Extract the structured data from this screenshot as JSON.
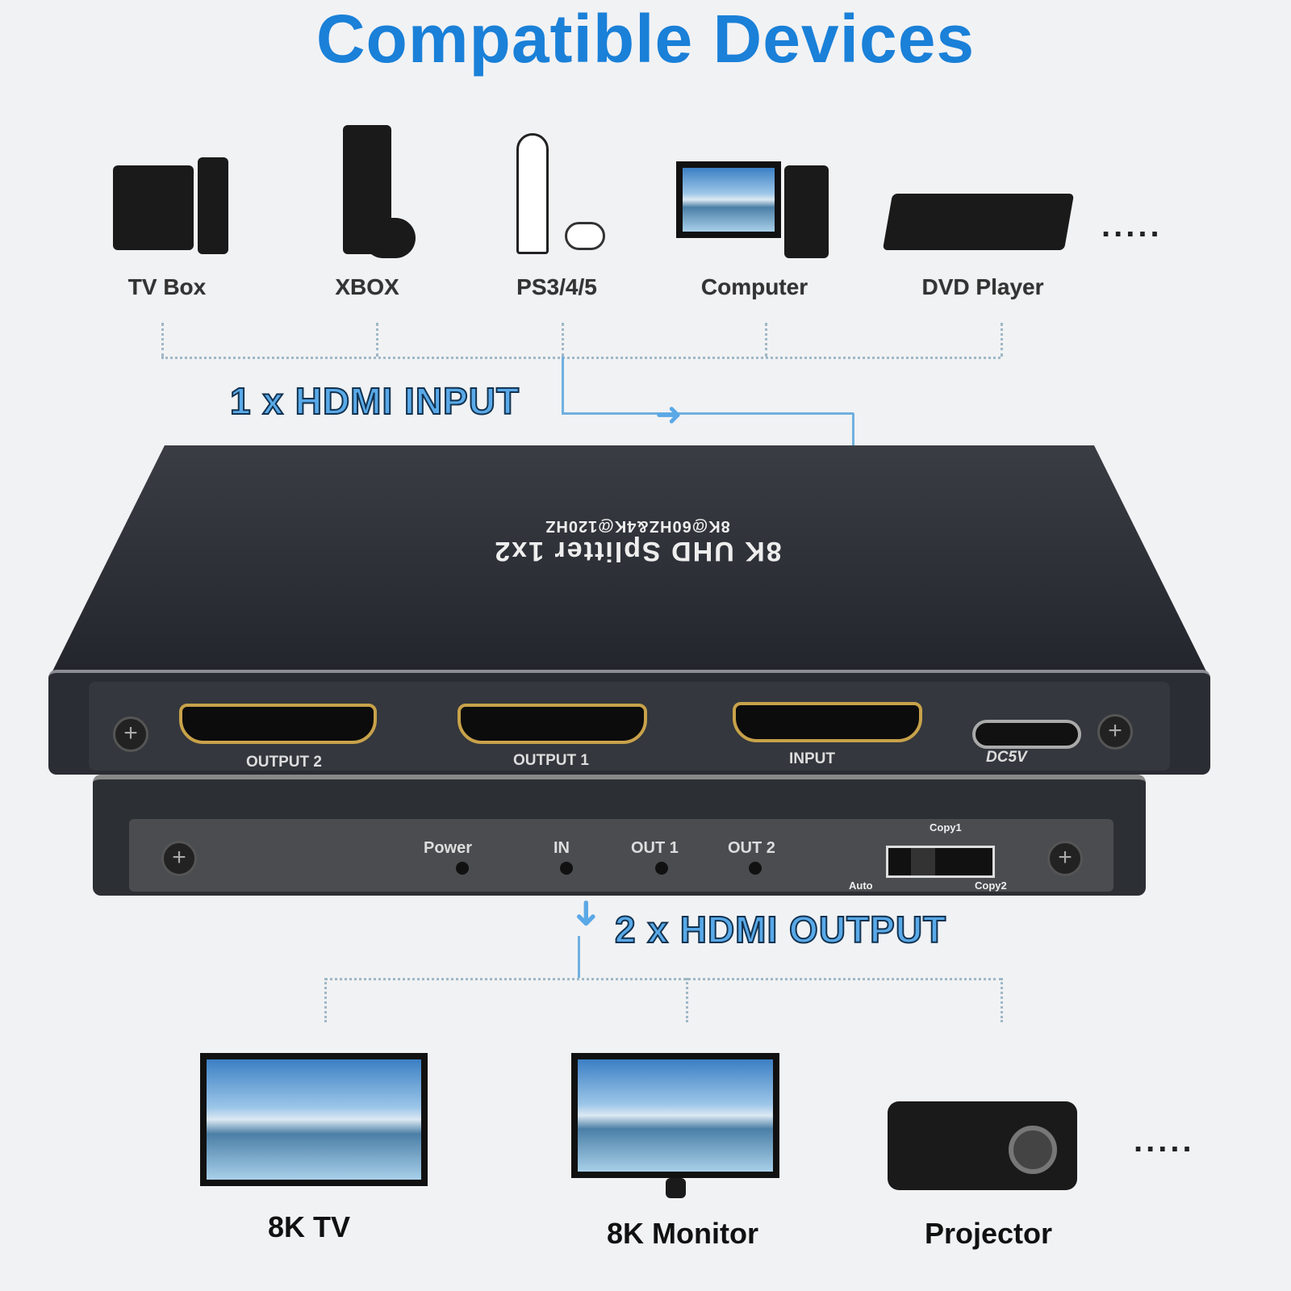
{
  "title": "Compatible Devices",
  "input_devices": [
    {
      "label": "TV Box",
      "icon": "tv-box-icon"
    },
    {
      "label": "XBOX",
      "icon": "xbox-icon"
    },
    {
      "label": "PS3/4/5",
      "icon": "playstation-icon"
    },
    {
      "label": "Computer",
      "icon": "computer-icon"
    },
    {
      "label": "DVD Player",
      "icon": "dvd-player-icon"
    }
  ],
  "more": ".....",
  "input_banner": "1 x HDMI INPUT",
  "output_banner": "2 x HDMI OUTPUT",
  "device": {
    "name": "8K UHD Splitter 1x2",
    "spec": "8K@60HZ&4K@120HZ",
    "ports": [
      "OUTPUT 2",
      "OUTPUT 1",
      "INPUT",
      "DC5V"
    ],
    "leds": [
      "Power",
      "IN",
      "OUT 1",
      "OUT 2"
    ],
    "switch": {
      "top": "Copy1",
      "left": "Auto",
      "right": "Copy2"
    }
  },
  "output_devices": [
    {
      "label": "8K TV",
      "icon": "tv-icon"
    },
    {
      "label": "8K Monitor",
      "icon": "monitor-icon"
    },
    {
      "label": "Projector",
      "icon": "projector-icon"
    }
  ],
  "colors": {
    "title": "#1a80d8",
    "banner": "#59a9e8",
    "connector": "#9fb8c6"
  }
}
